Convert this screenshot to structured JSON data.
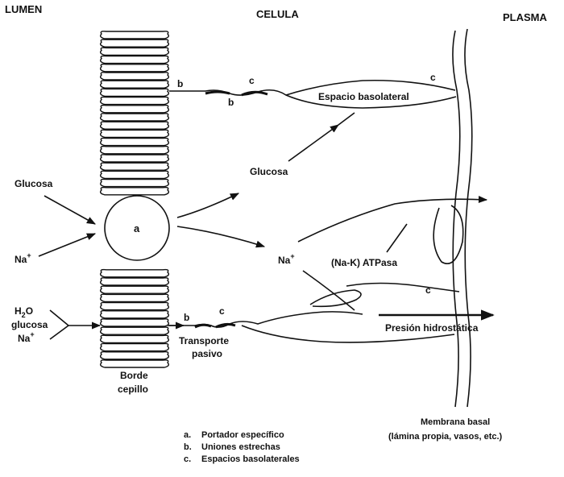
{
  "headers": {
    "lumen": "LUMEN",
    "celula": "CELULA",
    "plasma": "PLASMA"
  },
  "inputs": {
    "glucosa": "Glucosa",
    "na": "Na",
    "na_sup": "+",
    "h2o": "H",
    "h2o_sub": "2",
    "h2o_rest": "O",
    "glucosa2": "glucosa",
    "na2": "Na",
    "na2_sup": "+"
  },
  "cell": {
    "carrier_label": "a",
    "glucosa_mid": "Glucosa",
    "na_mid": "Na",
    "na_mid_sup": "+",
    "atpasa": "(Na-K) ATPasa",
    "espacio": "Espacio basolateral",
    "presion": "Presión hidrostática",
    "transporte_1": "Transporte",
    "transporte_2": "pasivo",
    "mark_b_top1": "b",
    "mark_b_top2": "b",
    "mark_c_top1": "c",
    "mark_c_top2": "c",
    "mark_c_mid": "c",
    "mark_b_bot": "b",
    "mark_c_bot": "c"
  },
  "border": {
    "line1": "Borde",
    "line2": "cepillo"
  },
  "membrane": {
    "line1": "Membrana basal",
    "line2": "(lámina propia, vasos, etc.)"
  },
  "legend": [
    {
      "key": "a.",
      "text": "Portador específico"
    },
    {
      "key": "b.",
      "text": "Uniones estrechas"
    },
    {
      "key": "c.",
      "text": "Espacios basolaterales"
    }
  ]
}
